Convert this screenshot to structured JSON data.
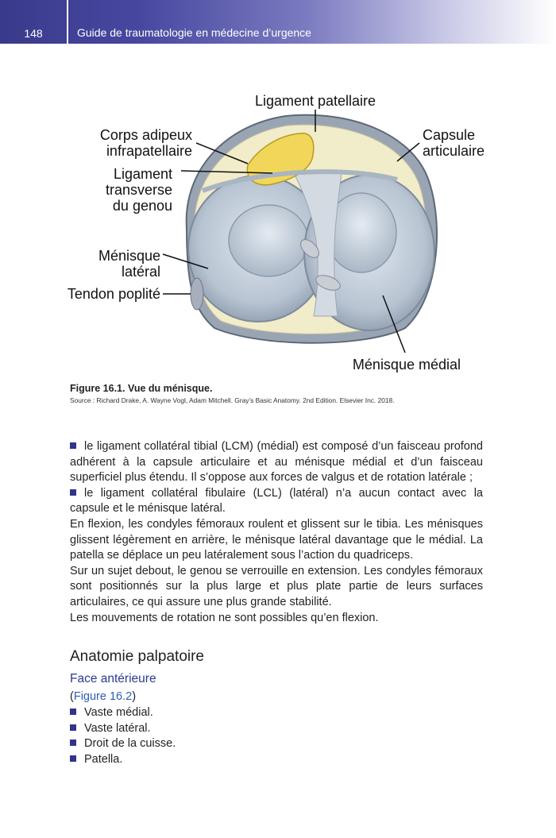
{
  "header": {
    "page_number": "148",
    "running_title": "Guide de traumatologie en médecine d’urgence"
  },
  "figure": {
    "labels": {
      "ligament_patellaire": "Ligament patellaire",
      "corps_line1": "Corps adipeux",
      "corps_line2": "infrapatellaire",
      "capsule_line1": "Capsule",
      "capsule_line2": "articulaire",
      "transverse_line1": "Ligament",
      "transverse_line2": "transverse",
      "transverse_line3": "du genou",
      "menisque_lat_line1": "Ménisque",
      "menisque_lat_line2": "latéral",
      "tendon_poplite": "Tendon poplité",
      "menisque_medial": "Ménisque médial"
    },
    "caption": "Figure 16.1. Vue du ménisque.",
    "source": "Source : Richard Drake, A. Wayne Vogl, Adam Mitchell. Gray’s Basic Anatomy. 2nd Edition. Elsevier Inc. 2018."
  },
  "body": {
    "bullet1": "le ligament collatéral tibial (LCM) (médial) est composé d’un faisceau profond adhérent à la capsule articulaire et au ménisque médial et d’un faisceau superficiel plus étendu. Il s’oppose aux forces de valgus et de rotation latérale ;",
    "bullet2": "le ligament collatéral fibulaire (LCL) (latéral) n’a aucun contact avec la capsule et le ménisque latéral.",
    "para1": "En flexion, les condyles fémoraux roulent et glissent sur le tibia. Les ménisques glissent légèrement en arrière, le ménisque latéral davantage que le médial. La patella se déplace un peu latéralement sous l’action du quadriceps.",
    "para2": "Sur un sujet debout, le genou se verrouille en extension. Les condyles fémoraux sont positionnés sur la plus large et plus plate partie de leurs surfaces articulaires, ce qui assure une plus grande stabilité.",
    "para3": "Les mouvements de rotation ne sont possibles qu’en flexion."
  },
  "section": {
    "title": "Anatomie palpatoire",
    "subtitle": "Face antérieure",
    "ref_open": "(",
    "ref_link": "Figure 16.2",
    "ref_close": ")",
    "items": [
      "Vaste médial.",
      "Vaste latéral.",
      "Droit de la cuisse.",
      "Patella."
    ]
  },
  "colors": {
    "header_bar": "#3a3a8c",
    "bullet": "#33338c",
    "link": "#2b60b3",
    "subtitle": "#2b3a8f"
  }
}
